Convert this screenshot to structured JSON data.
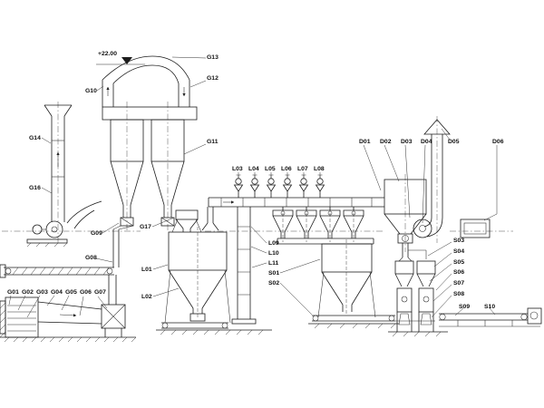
{
  "diagram": {
    "elevation_mark": "+22.00",
    "labels": {
      "g01": "G01",
      "g02": "G02",
      "g03": "G03",
      "g04": "G04",
      "g05": "G05",
      "g06": "G06",
      "g07": "G07",
      "g08": "G08",
      "g09": "G09",
      "g10": "G10",
      "g11": "G11",
      "g12": "G12",
      "g13": "G13",
      "g14": "G14",
      "g16": "G16",
      "g17": "G17",
      "l01": "L01",
      "l02": "L02",
      "l03": "L03",
      "l04": "L04",
      "l05": "L05",
      "l06": "L06",
      "l07": "L07",
      "l08": "L08",
      "l09": "L09",
      "l10": "L10",
      "l11": "L11",
      "d01": "D01",
      "d02": "D02",
      "d03": "D03",
      "d04": "D04",
      "d05": "D05",
      "d06": "D06",
      "s01": "S01",
      "s02": "S02",
      "s03": "S03",
      "s04": "S04",
      "s05": "S05",
      "s06": "S06",
      "s07": "S07",
      "s08": "S08",
      "s09": "S09",
      "s10": "S10"
    }
  }
}
